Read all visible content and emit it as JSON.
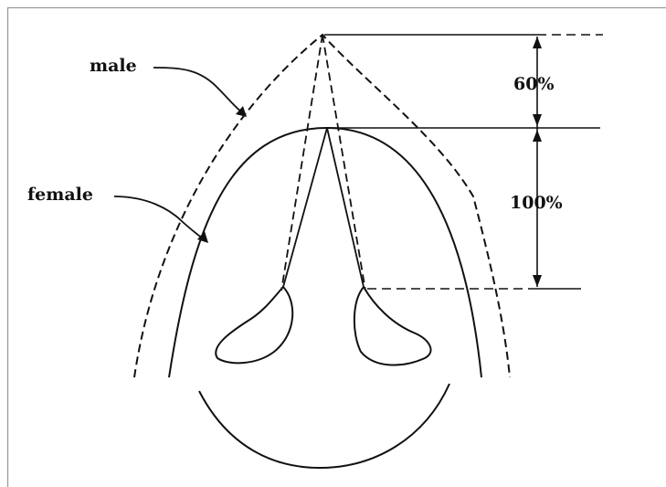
{
  "labels": {
    "male": "male",
    "female": "female",
    "upper_percent": "60%",
    "lower_percent": "100%"
  },
  "colors": {
    "ink": "#111111",
    "border": "#9a9a9a",
    "background": "#ffffff"
  }
}
